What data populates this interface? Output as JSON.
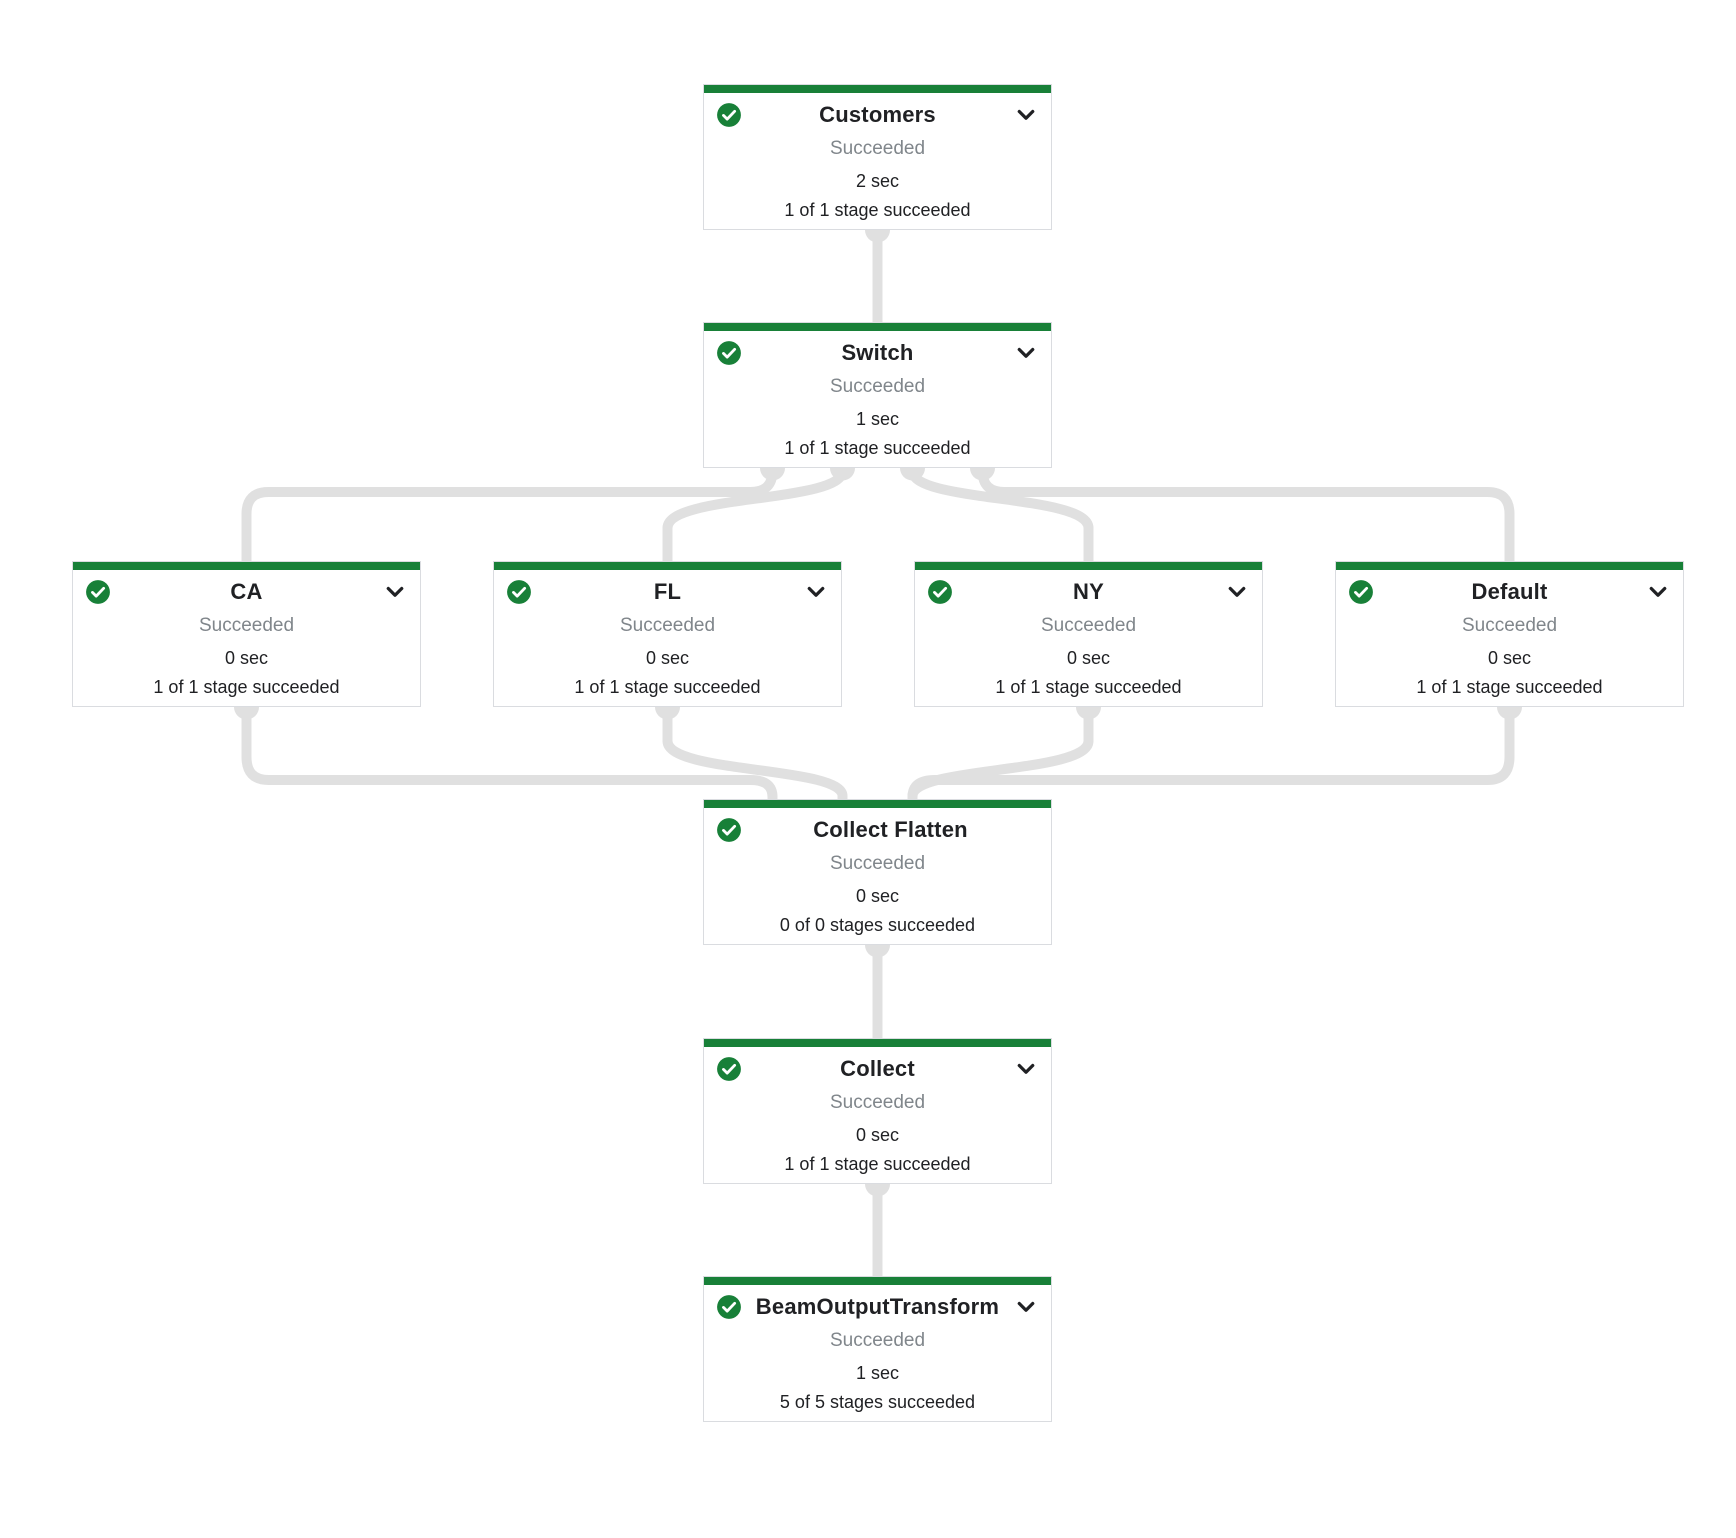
{
  "app": {
    "view_name": "Dataflow job graph"
  },
  "colors": {
    "success_green": "#188038",
    "node_border": "#dadce0",
    "edge_gray": "#e0e0e0",
    "title_text": "#202124",
    "status_text": "#80868b"
  },
  "icons": {
    "node_status": "check-circle-icon",
    "node_expand": "chevron-down-icon"
  },
  "nodes": {
    "customers": {
      "title": "Customers",
      "status": "Succeeded",
      "duration": "2 sec",
      "stages": "1 of 1 stage succeeded"
    },
    "switch": {
      "title": "Switch",
      "status": "Succeeded",
      "duration": "1 sec",
      "stages": "1 of 1 stage succeeded"
    },
    "ca": {
      "title": "CA",
      "status": "Succeeded",
      "duration": "0 sec",
      "stages": "1 of 1 stage succeeded"
    },
    "fl": {
      "title": "FL",
      "status": "Succeeded",
      "duration": "0 sec",
      "stages": "1 of 1 stage succeeded"
    },
    "ny": {
      "title": "NY",
      "status": "Succeeded",
      "duration": "0 sec",
      "stages": "1 of 1 stage succeeded"
    },
    "default": {
      "title": "Default",
      "status": "Succeeded",
      "duration": "0 sec",
      "stages": "1 of 1 stage succeeded"
    },
    "collect_flatten": {
      "title": "Collect Flatten",
      "status": "Succeeded",
      "duration": "0 sec",
      "stages": "0 of 0 stages succeeded"
    },
    "collect": {
      "title": "Collect",
      "status": "Succeeded",
      "duration": "0 sec",
      "stages": "1 of 1 stage succeeded"
    },
    "beam_output": {
      "title": "BeamOutputTransform",
      "status": "Succeeded",
      "duration": "1 sec",
      "stages": "5 of 5 stages succeeded"
    }
  },
  "edges": [
    {
      "from": "Customers",
      "to": "Switch"
    },
    {
      "from": "Switch",
      "to": "CA"
    },
    {
      "from": "Switch",
      "to": "FL"
    },
    {
      "from": "Switch",
      "to": "NY"
    },
    {
      "from": "Switch",
      "to": "Default"
    },
    {
      "from": "CA",
      "to": "Collect Flatten"
    },
    {
      "from": "FL",
      "to": "Collect Flatten"
    },
    {
      "from": "NY",
      "to": "Collect Flatten"
    },
    {
      "from": "Default",
      "to": "Collect Flatten"
    },
    {
      "from": "Collect Flatten",
      "to": "Collect"
    },
    {
      "from": "Collect",
      "to": "BeamOutputTransform"
    }
  ]
}
